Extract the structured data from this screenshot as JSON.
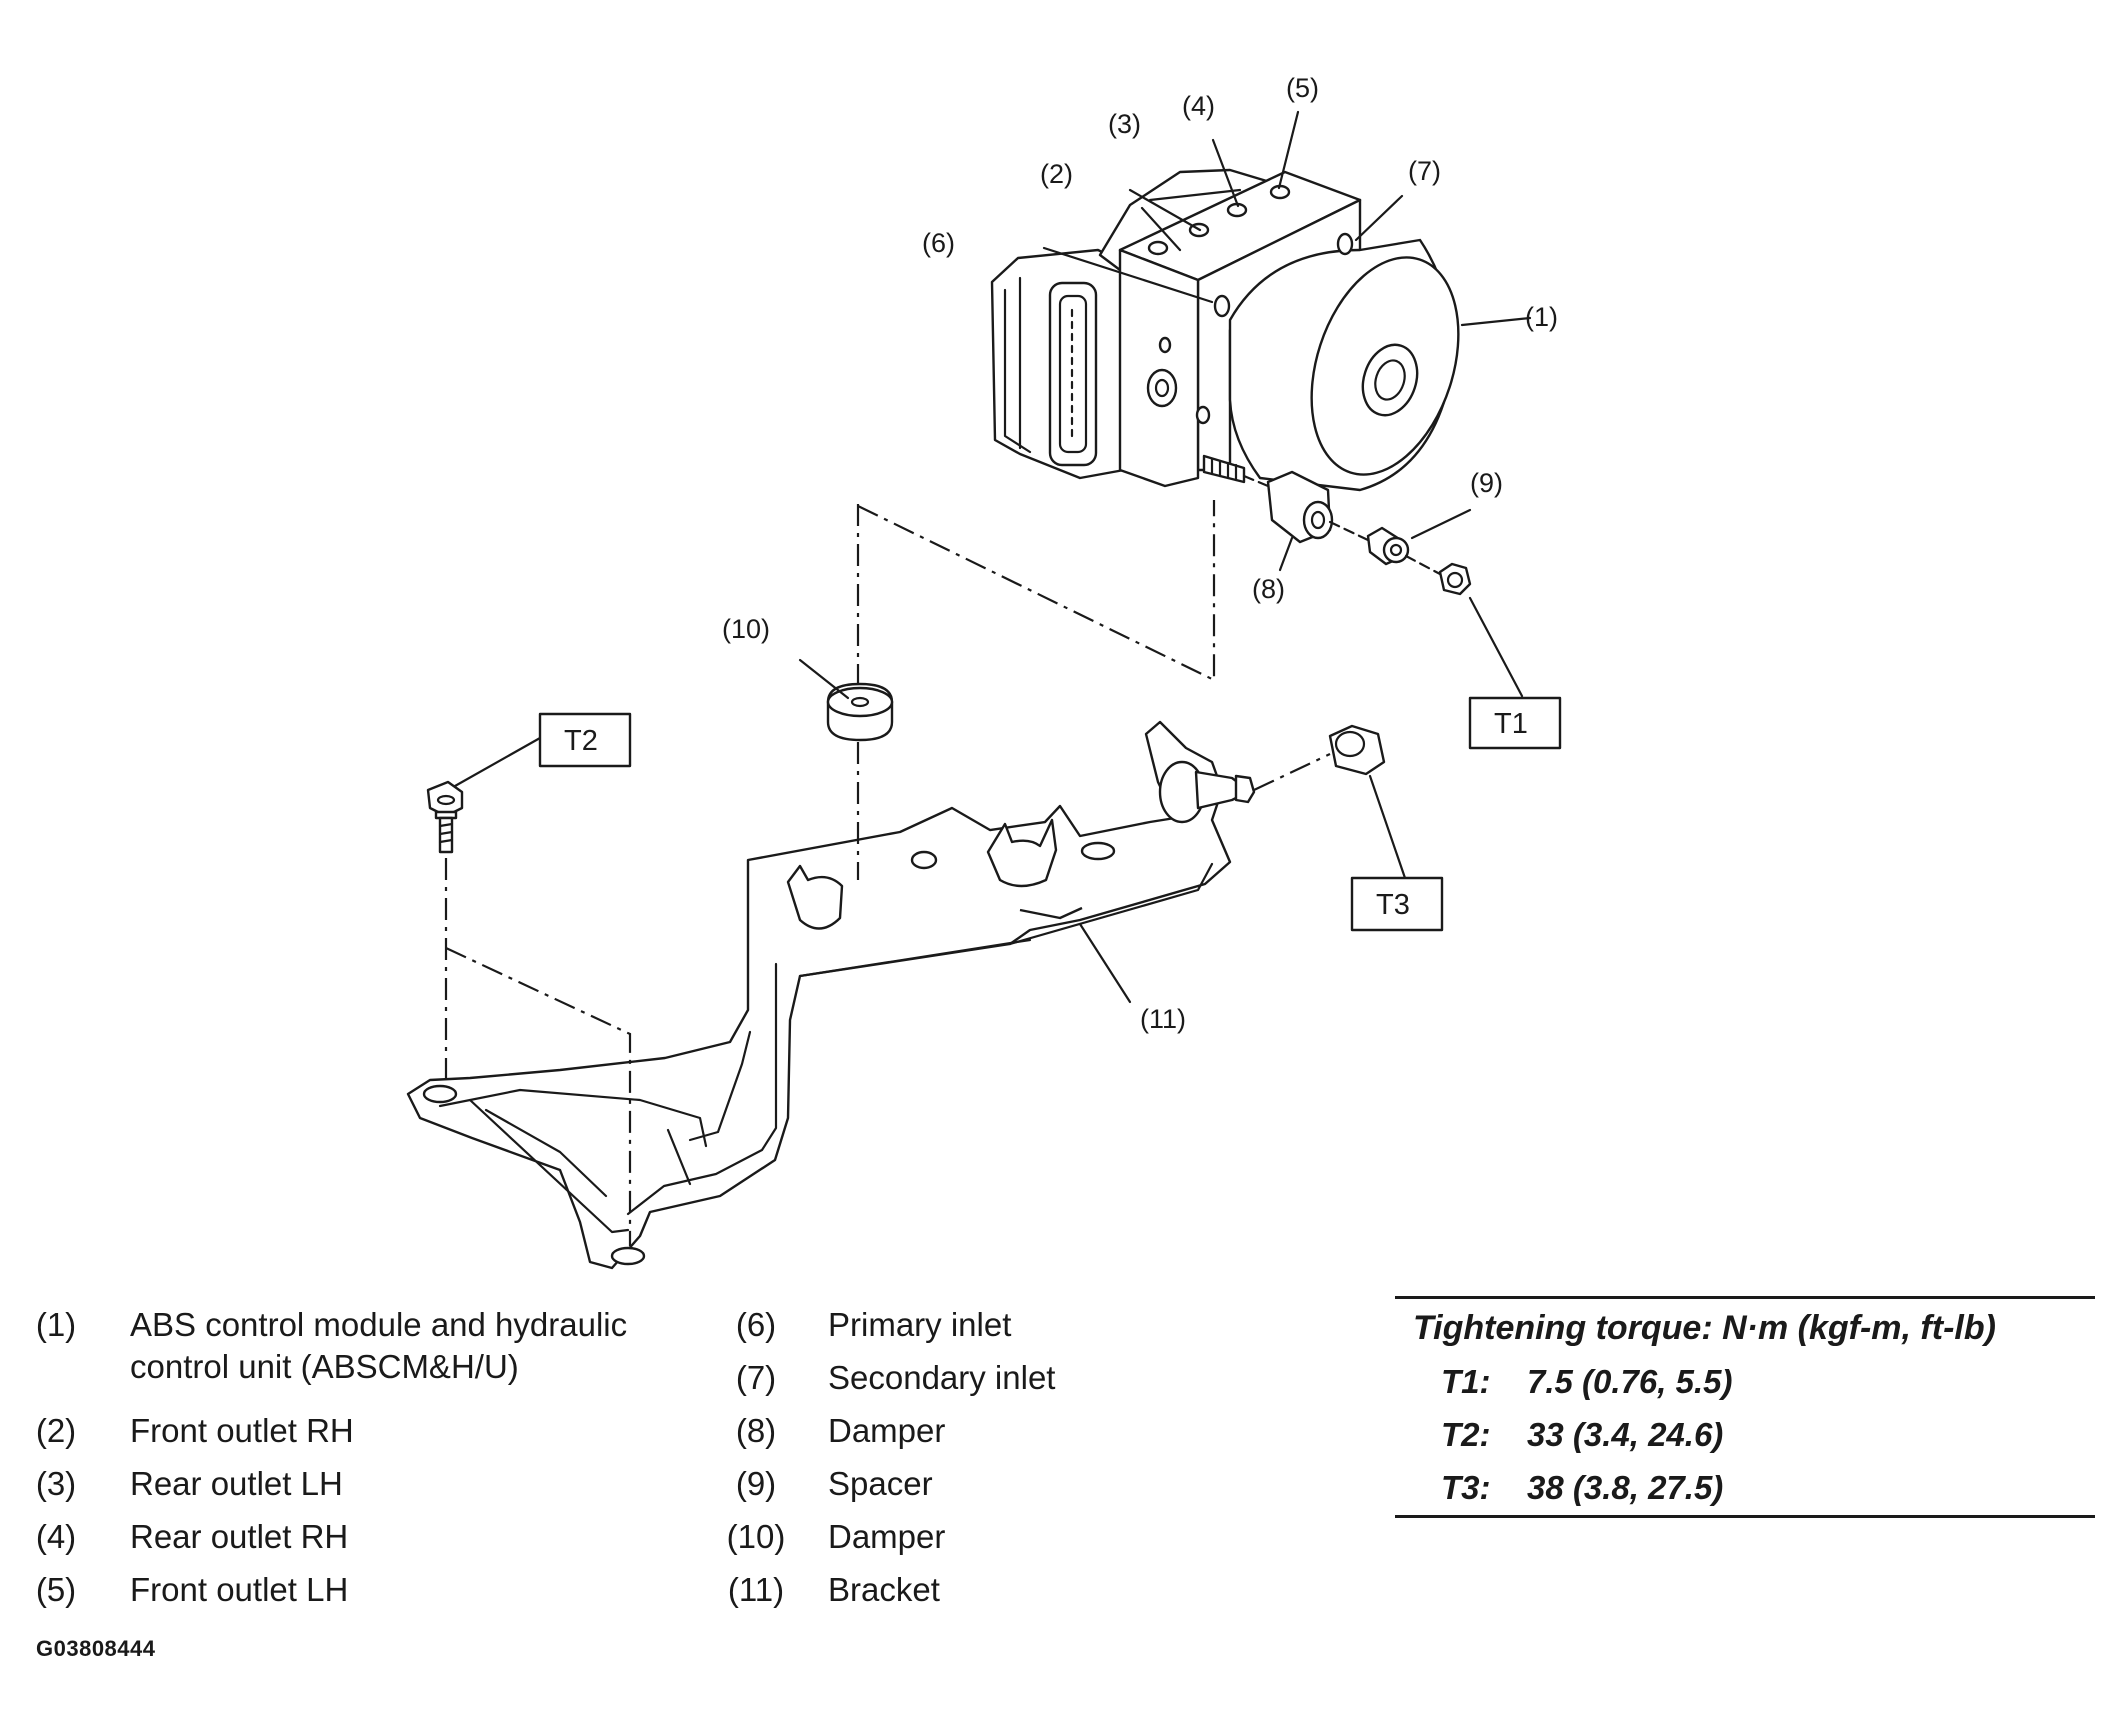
{
  "callouts": {
    "c1": "(1)",
    "c2": "(2)",
    "c3": "(3)",
    "c4": "(4)",
    "c5": "(5)",
    "c6": "(6)",
    "c7": "(7)",
    "c8": "(8)",
    "c9": "(9)",
    "c10": "(10)",
    "c11": "(11)"
  },
  "torque_boxes": {
    "t1": "T1",
    "t2": "T2",
    "t3": "T3"
  },
  "legend": {
    "left": [
      {
        "num": "(1)",
        "line1": "ABS control module and hydraulic",
        "line2": "control unit (ABSCM&H/U)"
      },
      {
        "num": "(2)",
        "line1": "Front outlet RH"
      },
      {
        "num": "(3)",
        "line1": "Rear outlet LH"
      },
      {
        "num": "(4)",
        "line1": "Rear outlet RH"
      },
      {
        "num": "(5)",
        "line1": "Front outlet LH"
      }
    ],
    "middle": [
      {
        "num": "(6)",
        "label": "Primary inlet"
      },
      {
        "num": "(7)",
        "label": "Secondary inlet"
      },
      {
        "num": "(8)",
        "label": "Damper"
      },
      {
        "num": "(9)",
        "label": "Spacer"
      },
      {
        "num": "(10)",
        "label": "Damper"
      },
      {
        "num": "(11)",
        "label": "Bracket"
      }
    ]
  },
  "torque_table": {
    "title": "Tightening torque: N·m (kgf-m, ft-lb)",
    "rows": [
      {
        "key": "T1:",
        "value": "7.5 (0.76, 5.5)"
      },
      {
        "key": "T2:",
        "value": "33 (3.4, 24.6)"
      },
      {
        "key": "T3:",
        "value": "38 (3.8, 27.5)"
      }
    ]
  },
  "figure_code": "G03808444"
}
